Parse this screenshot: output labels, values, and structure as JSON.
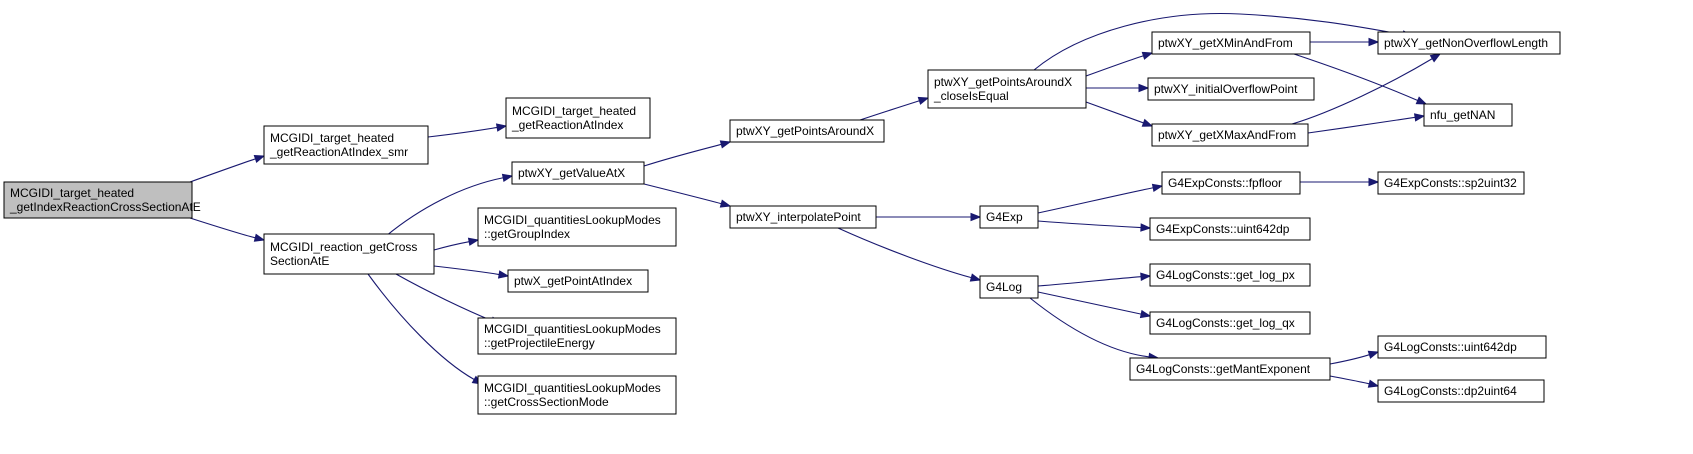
{
  "nodes": [
    {
      "id": "n0",
      "lines": [
        "MCGIDI_target_heated",
        "_getIndexReactionCrossSectionAtE"
      ],
      "root": true
    },
    {
      "id": "n1",
      "lines": [
        "MCGIDI_target_heated",
        "_getReactionAtIndex_smr"
      ]
    },
    {
      "id": "n2",
      "lines": [
        "MCGIDI_reaction_getCross",
        "SectionAtE"
      ]
    },
    {
      "id": "n3",
      "lines": [
        "MCGIDI_target_heated",
        "_getReactionAtIndex"
      ]
    },
    {
      "id": "n4",
      "lines": [
        "ptwXY_getValueAtX"
      ]
    },
    {
      "id": "n5",
      "lines": [
        "MCGIDI_quantitiesLookupModes",
        "::getGroupIndex"
      ]
    },
    {
      "id": "n6",
      "lines": [
        "ptwX_getPointAtIndex"
      ]
    },
    {
      "id": "n7",
      "lines": [
        "MCGIDI_quantitiesLookupModes",
        "::getProjectileEnergy"
      ]
    },
    {
      "id": "n8",
      "lines": [
        "MCGIDI_quantitiesLookupModes",
        "::getCrossSectionMode"
      ]
    },
    {
      "id": "n9",
      "lines": [
        "ptwXY_getPointsAroundX"
      ]
    },
    {
      "id": "n10",
      "lines": [
        "ptwXY_interpolatePoint"
      ]
    },
    {
      "id": "n11",
      "lines": [
        "ptwXY_getPointsAroundX",
        "_closeIsEqual"
      ]
    },
    {
      "id": "n12",
      "lines": [
        "G4Exp"
      ]
    },
    {
      "id": "n13",
      "lines": [
        "G4Log"
      ]
    },
    {
      "id": "n14",
      "lines": [
        "ptwXY_getXMinAndFrom"
      ]
    },
    {
      "id": "n15",
      "lines": [
        "ptwXY_initialOverflowPoint"
      ]
    },
    {
      "id": "n16",
      "lines": [
        "ptwXY_getXMaxAndFrom"
      ]
    },
    {
      "id": "n17",
      "lines": [
        "G4ExpConsts::fpfloor"
      ]
    },
    {
      "id": "n18",
      "lines": [
        "G4ExpConsts::uint642dp"
      ]
    },
    {
      "id": "n19",
      "lines": [
        "G4LogConsts::get_log_px"
      ]
    },
    {
      "id": "n20",
      "lines": [
        "G4LogConsts::get_log_qx"
      ]
    },
    {
      "id": "n21",
      "lines": [
        "G4LogConsts::getMantExponent"
      ]
    },
    {
      "id": "n22",
      "lines": [
        "ptwXY_getNonOverflowLength"
      ]
    },
    {
      "id": "n23",
      "lines": [
        "nfu_getNAN"
      ]
    },
    {
      "id": "n24",
      "lines": [
        "G4ExpConsts::sp2uint32"
      ]
    },
    {
      "id": "n25",
      "lines": [
        "G4LogConsts::uint642dp"
      ]
    },
    {
      "id": "n26",
      "lines": [
        "G4LogConsts::dp2uint64"
      ]
    }
  ],
  "edges": [
    {
      "from": "n0",
      "to": "n1"
    },
    {
      "from": "n0",
      "to": "n2"
    },
    {
      "from": "n1",
      "to": "n3"
    },
    {
      "from": "n2",
      "to": "n4"
    },
    {
      "from": "n2",
      "to": "n5"
    },
    {
      "from": "n2",
      "to": "n6"
    },
    {
      "from": "n2",
      "to": "n7"
    },
    {
      "from": "n2",
      "to": "n8"
    },
    {
      "from": "n4",
      "to": "n9"
    },
    {
      "from": "n4",
      "to": "n10"
    },
    {
      "from": "n9",
      "to": "n11"
    },
    {
      "from": "n10",
      "to": "n12"
    },
    {
      "from": "n10",
      "to": "n13"
    },
    {
      "from": "n11",
      "to": "n14"
    },
    {
      "from": "n11",
      "to": "n15"
    },
    {
      "from": "n11",
      "to": "n16"
    },
    {
      "from": "n11",
      "to": "n22"
    },
    {
      "from": "n14",
      "to": "n22"
    },
    {
      "from": "n14",
      "to": "n23"
    },
    {
      "from": "n16",
      "to": "n22"
    },
    {
      "from": "n16",
      "to": "n23"
    },
    {
      "from": "n12",
      "to": "n17"
    },
    {
      "from": "n12",
      "to": "n18"
    },
    {
      "from": "n17",
      "to": "n24"
    },
    {
      "from": "n13",
      "to": "n19"
    },
    {
      "from": "n13",
      "to": "n20"
    },
    {
      "from": "n13",
      "to": "n21"
    },
    {
      "from": "n21",
      "to": "n25"
    },
    {
      "from": "n21",
      "to": "n26"
    }
  ]
}
